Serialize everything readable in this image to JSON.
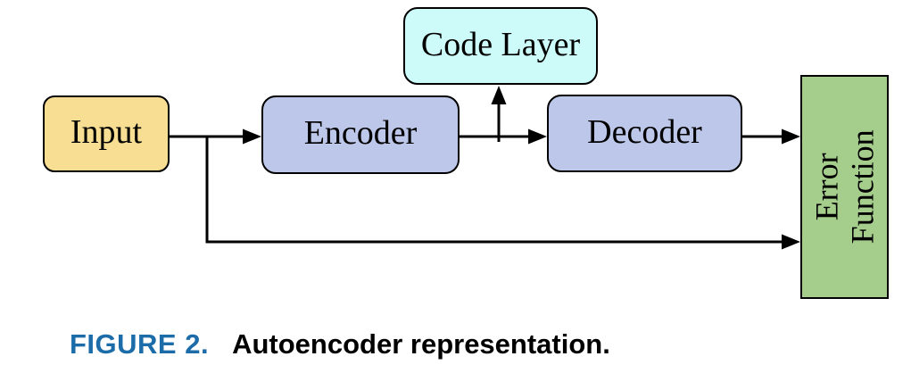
{
  "diagram": {
    "background": "#FFFFFF",
    "line_color": "#000000",
    "border_color": "#000000",
    "nodes": {
      "input": {
        "label": "Input",
        "fill": "#F8DE92"
      },
      "encoder": {
        "label": "Encoder",
        "fill": "#BDC7E9"
      },
      "code_layer": {
        "label": "Code Layer",
        "fill": "#CDFBFA"
      },
      "decoder": {
        "label": "Decoder",
        "fill": "#BDC7E9"
      },
      "error_function": {
        "label_lines": [
          "Error",
          "Function"
        ],
        "fill": "#A5CD8C"
      }
    }
  },
  "caption": {
    "label": "FIGURE 2.",
    "text": "Autoencoder representation.",
    "label_color": "#1B6CA8",
    "text_color": "#000000"
  }
}
